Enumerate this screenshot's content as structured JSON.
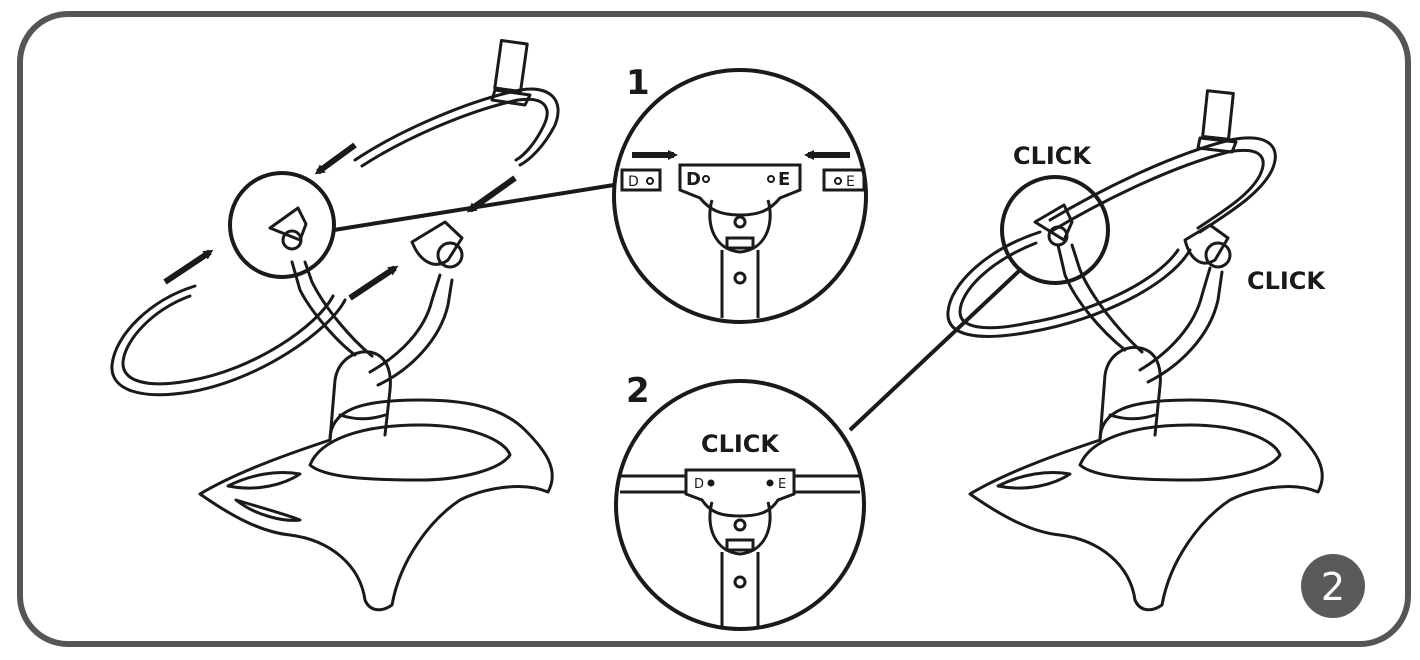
{
  "colors": {
    "frame": "#555555",
    "line": "#1a1a1a",
    "badge": "#5a5a5a",
    "badge_text": "#ffffff"
  },
  "step_badge": "2",
  "detail_1": {
    "number": "1",
    "left_tab": "D",
    "right_tab": "E",
    "left_mark": "D",
    "right_mark": "E"
  },
  "detail_2": {
    "number": "2",
    "click": "CLICK",
    "left_mark": "D",
    "right_mark": "E"
  },
  "assembled": {
    "click_top": "CLICK",
    "click_side": "CLICK"
  },
  "icons": [
    "arrow-left-icon",
    "arrow-right-icon",
    "arrow-down-left-icon",
    "arrow-up-right-icon"
  ]
}
